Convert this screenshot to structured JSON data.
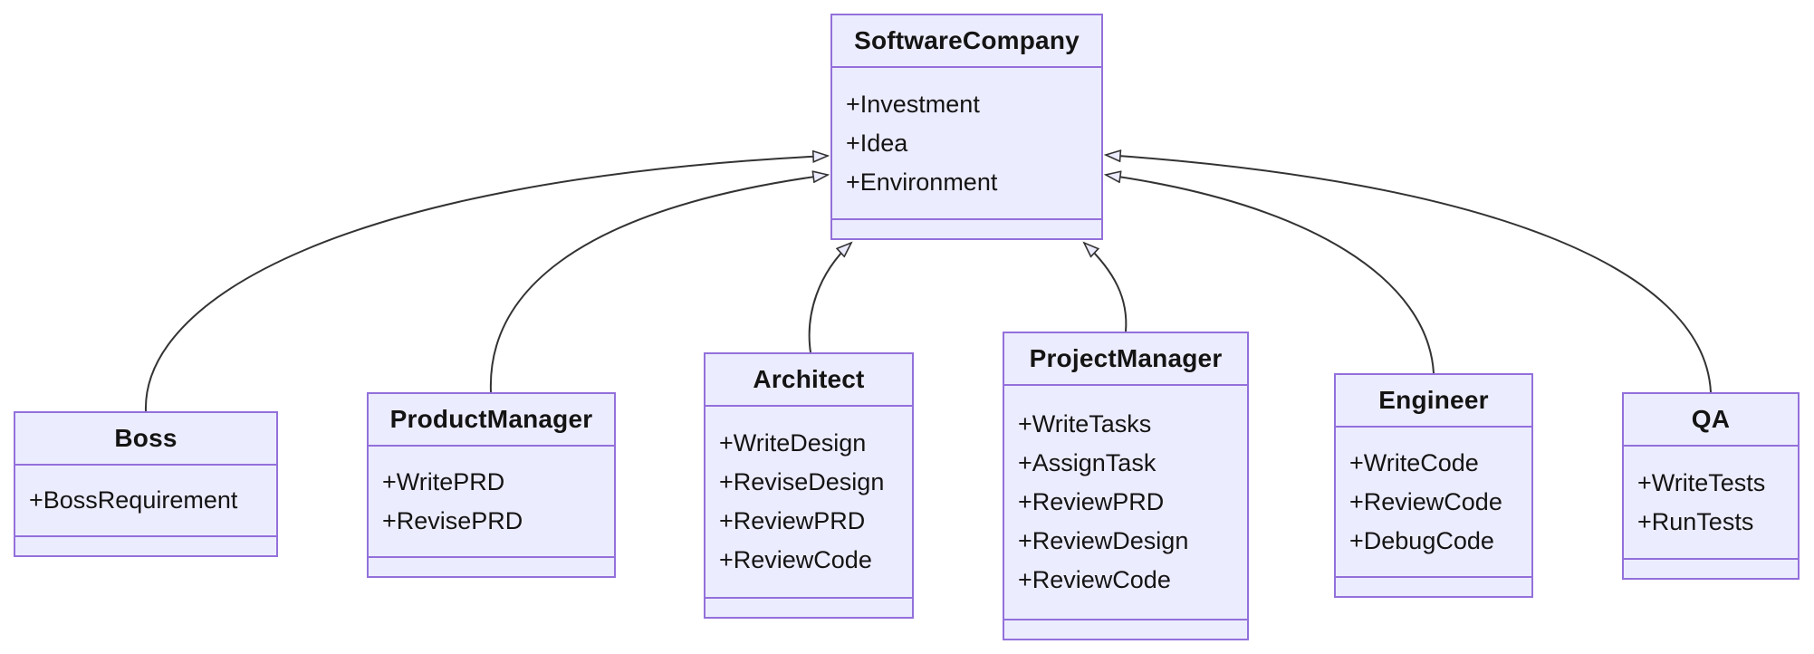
{
  "diagram": {
    "kind": "uml-class-diagram",
    "colors": {
      "background": "#ffffff",
      "node_fill": "#ECECFF",
      "node_border": "#9370DB",
      "edge_line": "#333333",
      "text": "#141414"
    },
    "classes": {
      "software_company": {
        "name": "SoftwareCompany",
        "attributes": [
          "+Investment",
          "+Idea",
          "+Environment"
        ],
        "methods": []
      },
      "boss": {
        "name": "Boss",
        "attributes": [
          "+BossRequirement"
        ],
        "methods": []
      },
      "product_manager": {
        "name": "ProductManager",
        "attributes": [
          "+WritePRD",
          "+RevisePRD"
        ],
        "methods": []
      },
      "architect": {
        "name": "Architect",
        "attributes": [
          "+WriteDesign",
          "+ReviseDesign",
          "+ReviewPRD",
          "+ReviewCode"
        ],
        "methods": []
      },
      "project_manager": {
        "name": "ProjectManager",
        "attributes": [
          "+WriteTasks",
          "+AssignTask",
          "+ReviewPRD",
          "+ReviewDesign",
          "+ReviewCode"
        ],
        "methods": []
      },
      "engineer": {
        "name": "Engineer",
        "attributes": [
          "+WriteCode",
          "+ReviewCode",
          "+DebugCode"
        ],
        "methods": []
      },
      "qa": {
        "name": "QA",
        "attributes": [
          "+WriteTests",
          "+RunTests"
        ],
        "methods": []
      }
    },
    "relations": [
      {
        "from": "Boss",
        "to": "SoftwareCompany",
        "type": "inheritance"
      },
      {
        "from": "ProductManager",
        "to": "SoftwareCompany",
        "type": "inheritance"
      },
      {
        "from": "Architect",
        "to": "SoftwareCompany",
        "type": "inheritance"
      },
      {
        "from": "ProjectManager",
        "to": "SoftwareCompany",
        "type": "inheritance"
      },
      {
        "from": "Engineer",
        "to": "SoftwareCompany",
        "type": "inheritance"
      },
      {
        "from": "QA",
        "to": "SoftwareCompany",
        "type": "inheritance"
      }
    ]
  }
}
